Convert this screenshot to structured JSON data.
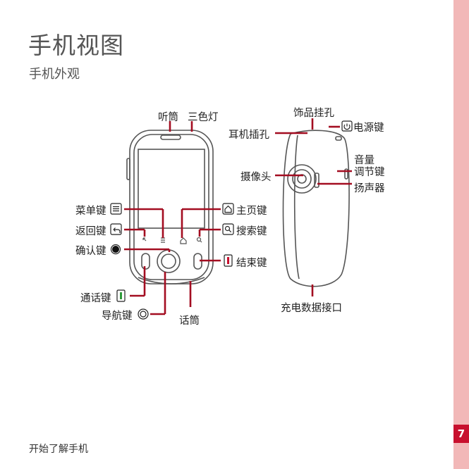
{
  "page": {
    "title": "手机视图",
    "subtitle": "手机外观",
    "footer": "开始了解手机",
    "page_number": "7",
    "accent_color": "#c8102e",
    "sidebar_color": "#f2b8b8"
  },
  "labels": {
    "earpiece": "听筒",
    "indicator": "三色灯",
    "strap_hole": "饰品挂孔",
    "headset_jack": "耳机插孔",
    "power_key": "电源键",
    "camera": "摄像头",
    "volume_key": "音量\n调节键",
    "speaker": "扬声器",
    "menu_key": "菜单键",
    "home_key": "主页键",
    "back_key": "返回键",
    "search_key": "搜索键",
    "confirm_key": "确认键",
    "end_key": "结束键",
    "call_key": "通话键",
    "nav_key": "导航键",
    "microphone": "话筒",
    "charge_port": "充电数据接口"
  }
}
